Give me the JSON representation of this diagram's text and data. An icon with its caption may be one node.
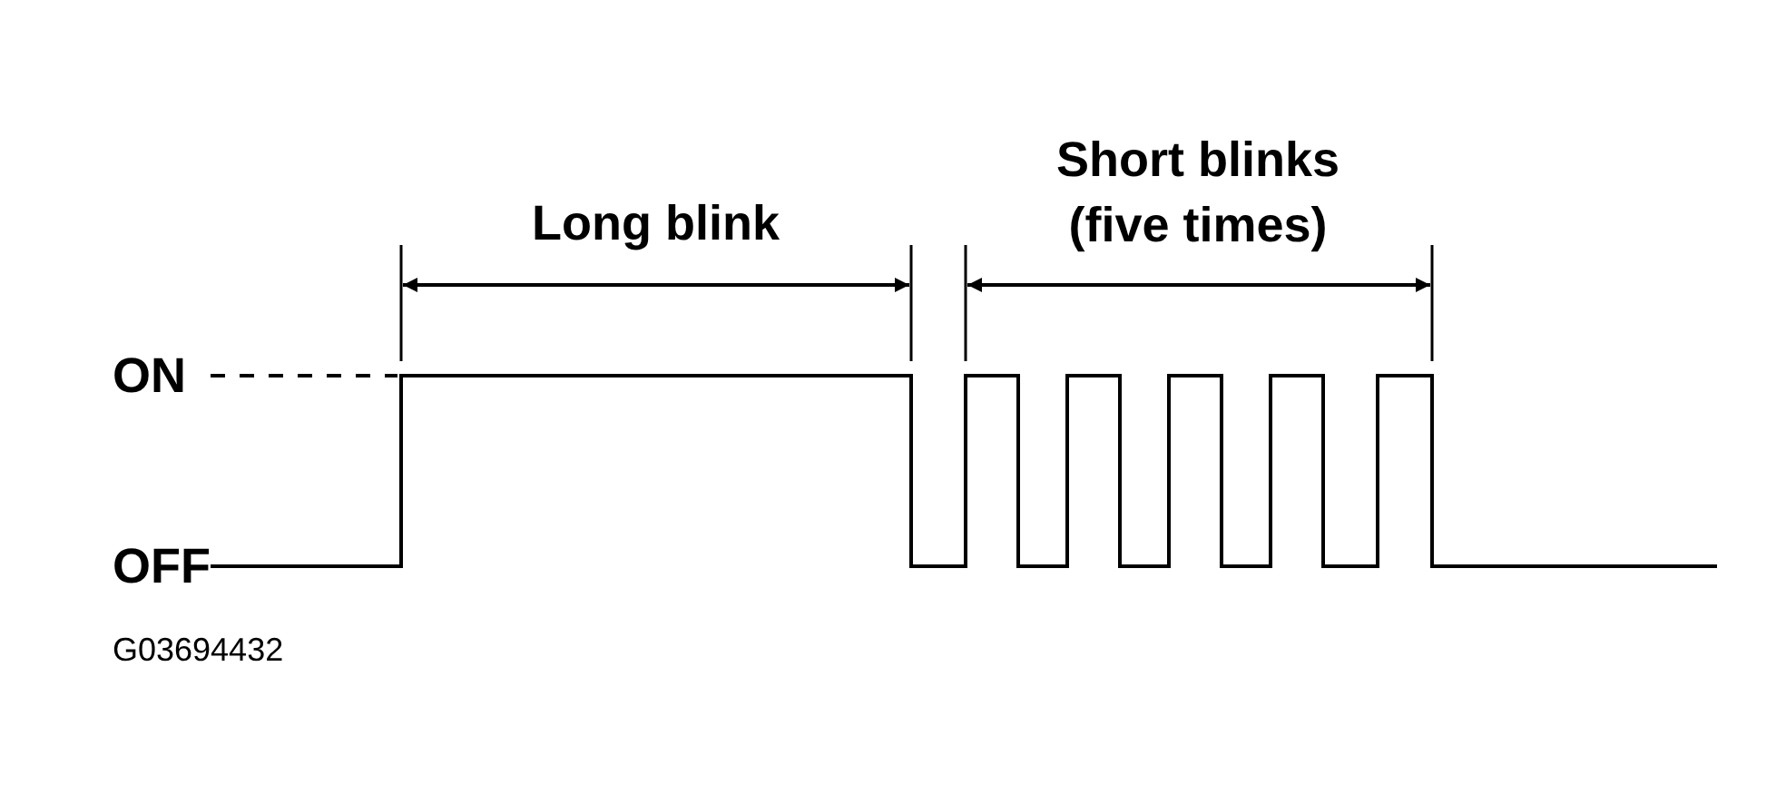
{
  "diagram": {
    "labels": [
      "Long blink",
      "Short blinks (five times)",
      "ON",
      "OFF",
      "G03694432"
    ]
  }
}
